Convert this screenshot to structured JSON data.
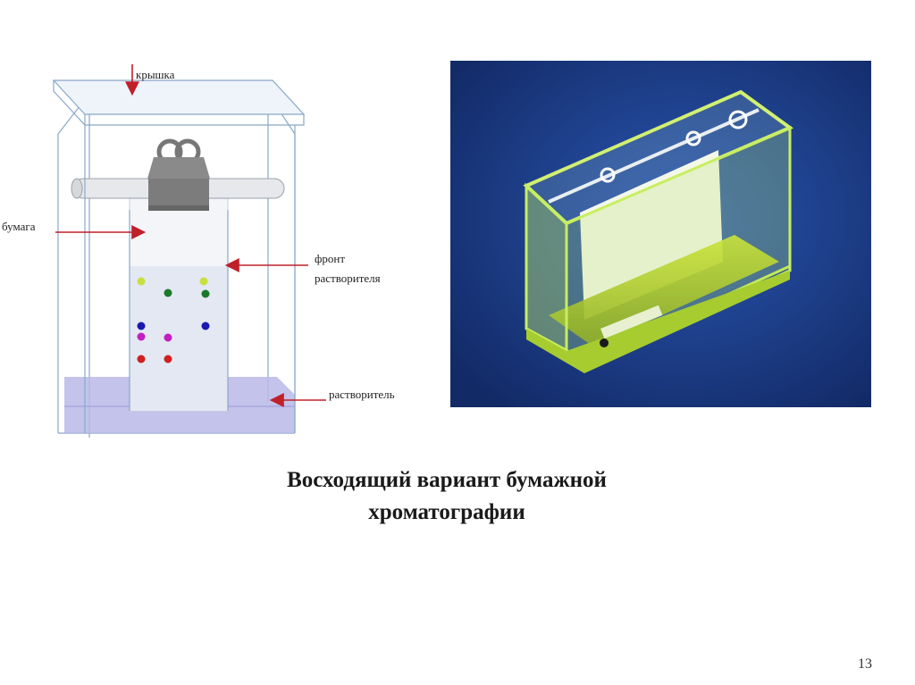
{
  "diagram": {
    "labels": {
      "lid": "крышка",
      "paper": "бумага",
      "solvent_front": [
        "фронт",
        "растворителя"
      ],
      "solvent": "растворитель"
    },
    "colors": {
      "arrow": "#c0202a",
      "solvent_fill": "#b9b9e8",
      "glass_outline": "#8aa8c8",
      "clip": "#8a8a8a",
      "spots": [
        "#c8e040",
        "#1a7a2a",
        "#1a1ab0",
        "#c020c0",
        "#d02020"
      ]
    }
  },
  "photo": {
    "colors": {
      "background": "#1c3d8e",
      "glass": "#b8e04a",
      "solvent": "#c8dc30",
      "paper": "#f4f8e8"
    }
  },
  "caption": {
    "line1": "Восходящий вариант бумажной",
    "line2": "хроматографии"
  },
  "slide_number": "13"
}
